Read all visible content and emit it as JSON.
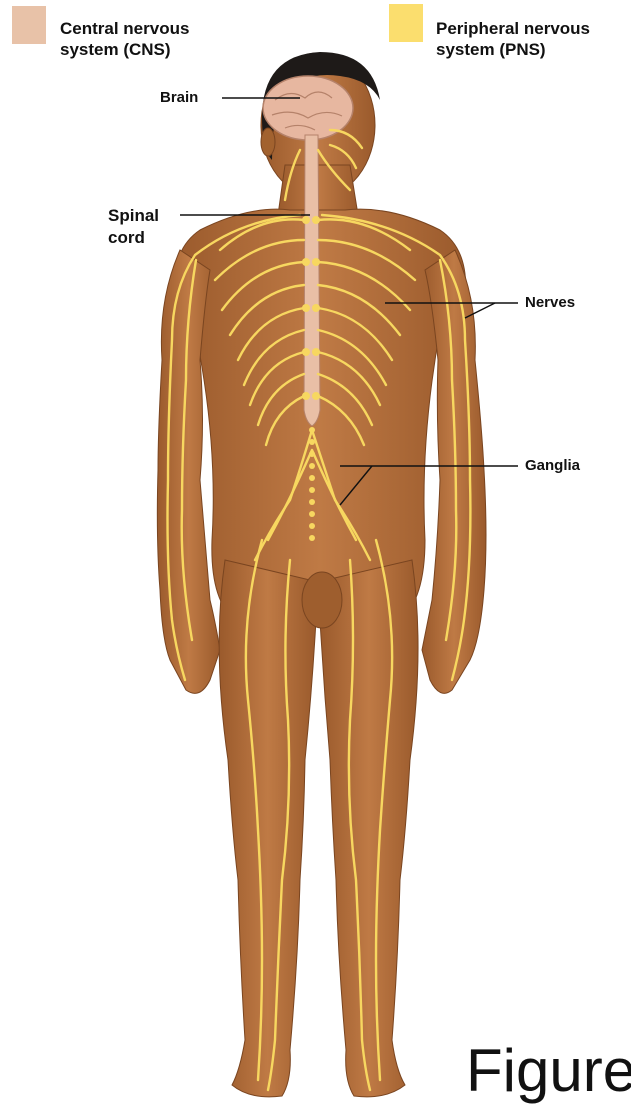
{
  "legend": {
    "cns": {
      "label_line1": "Central nervous",
      "label_line2": "system (CNS)",
      "color": "#E8C2A8"
    },
    "pns": {
      "label_line1": "Peripheral nervous",
      "label_line2": "system (PNS)",
      "color": "#FBDE6E"
    }
  },
  "labels": {
    "brain": "Brain",
    "spinal_cord_line1": "Spinal",
    "spinal_cord_line2": "cord",
    "nerves": "Nerves",
    "ganglia": "Ganglia"
  },
  "caption": "Figure",
  "colors": {
    "skin": "#B8733F",
    "skin_dark": "#8E5328",
    "hair": "#1E1A18",
    "nerve": "#F7D760",
    "brain": "#E7B7A0",
    "spinal_cord": "#E9BFA6",
    "leader_line": "#111111"
  }
}
